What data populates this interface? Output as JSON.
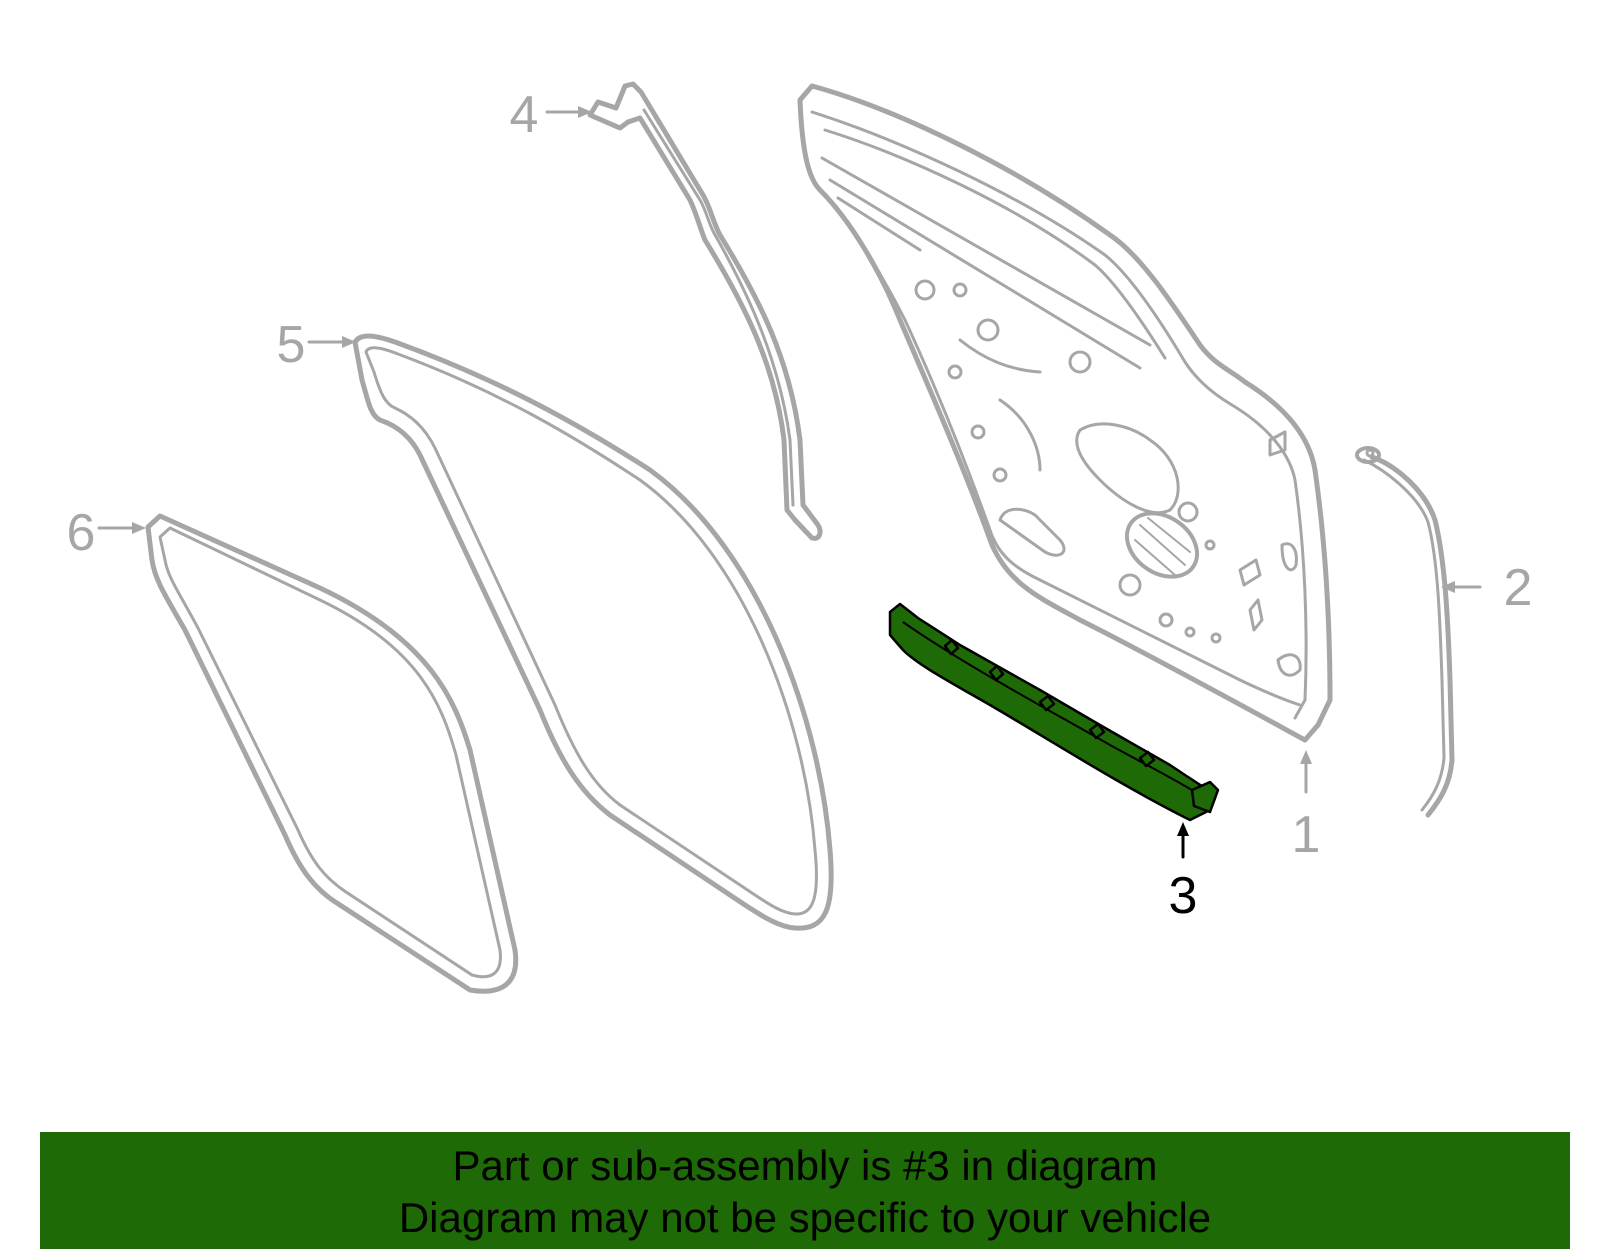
{
  "diagram": {
    "callouts": [
      {
        "id": "1",
        "label": "1",
        "highlighted": false
      },
      {
        "id": "2",
        "label": "2",
        "highlighted": false
      },
      {
        "id": "3",
        "label": "3",
        "highlighted": true
      },
      {
        "id": "4",
        "label": "4",
        "highlighted": false
      },
      {
        "id": "5",
        "label": "5",
        "highlighted": false
      },
      {
        "id": "6",
        "label": "6",
        "highlighted": false
      }
    ],
    "colors": {
      "outline": "#a6a6a6",
      "highlight_fill": "#1e6a06",
      "highlight_outline": "#000000",
      "highlight_label": "#000000",
      "banner_background": "#1e6a06",
      "banner_text": "#000000"
    }
  },
  "banner": {
    "line1": "Part or sub-assembly is #3 in diagram",
    "line2": "Diagram may not be specific to your vehicle"
  }
}
